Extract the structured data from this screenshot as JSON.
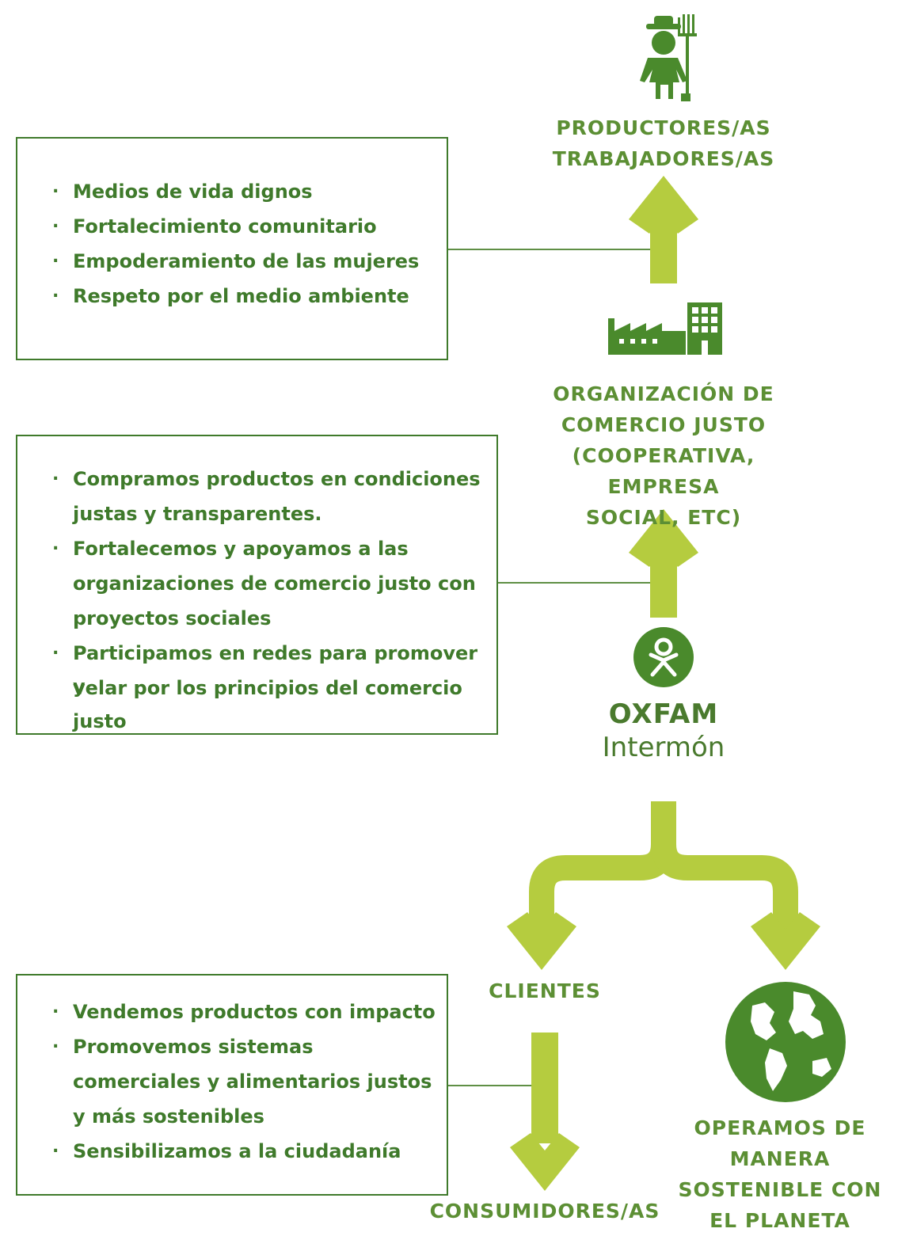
{
  "nodes": {
    "producers": [
      "PRODUCTORES/AS",
      "TRABAJADORES/AS"
    ],
    "organization": [
      "ORGANIZACIÓN DE",
      "COMERCIO JUSTO",
      "(COOPERATIVA, EMPRESA",
      "SOCIAL, ETC)"
    ],
    "brand_line1": "OXFAM",
    "brand_line2": "Intermón",
    "clients": "CLIENTES",
    "planet": [
      "OPERAMOS DE MANERA",
      "SOSTENIBLE CON",
      "EL PLANETA"
    ],
    "consumers": "CONSUMIDORES/AS"
  },
  "boxes": {
    "producers_benefits": [
      "Medios de vida dignos",
      "Fortalecimiento comunitario",
      "Empoderamiento de las mujeres",
      "Respeto por el medio ambiente"
    ],
    "oxfam_actions": [
      "Compramos productos en condiciones",
      "justas y transparentes.",
      "Fortalecemos y apoyamos a las",
      "organizaciones de comercio justo con",
      "proyectos sociales",
      "Participamos en redes para promover y",
      "velar por los principios del comercio justo"
    ],
    "clients_actions": [
      "Vendemos productos con impacto",
      "Promovemos sistemas",
      "comerciales y alimentarios justos",
      "y más sostenibles",
      "Sensibilizamos a la ciudadanía"
    ]
  },
  "colors": {
    "arrow": "#b5cc3f",
    "label": "#5c8f34",
    "icon": "#4a8a2c",
    "box_border": "#3f7a2b",
    "box_text": "#3f7a2b"
  }
}
